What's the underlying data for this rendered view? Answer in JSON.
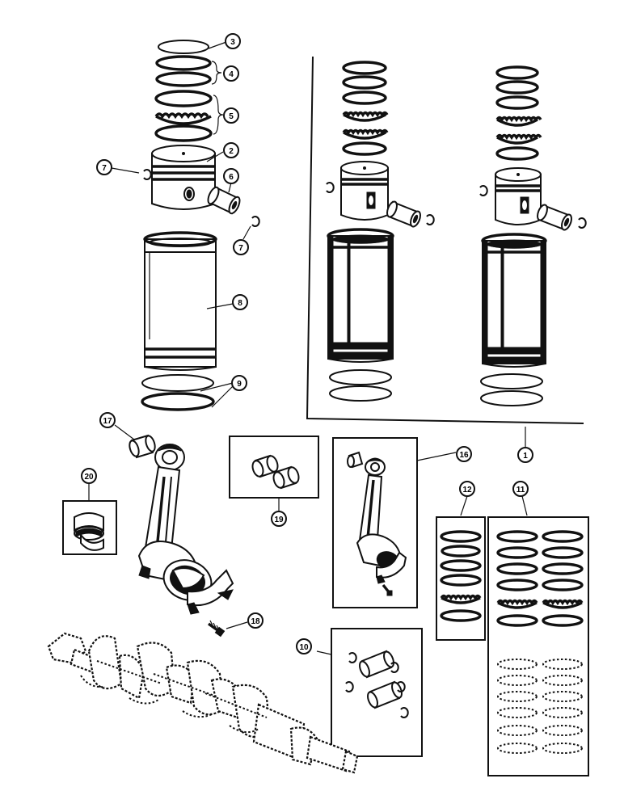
{
  "callouts": {
    "c1": "1",
    "c2": "2",
    "c3": "3",
    "c4": "4",
    "c5": "5",
    "c6": "6",
    "c7a": "7",
    "c7b": "7",
    "c8": "8",
    "c9": "9",
    "c10": "10",
    "c11": "11",
    "c12": "12",
    "c16": "16",
    "c17": "17",
    "c18": "18",
    "c19": "19",
    "c20": "20"
  },
  "colors": {
    "ink": "#111111",
    "paper": "#ffffff"
  }
}
